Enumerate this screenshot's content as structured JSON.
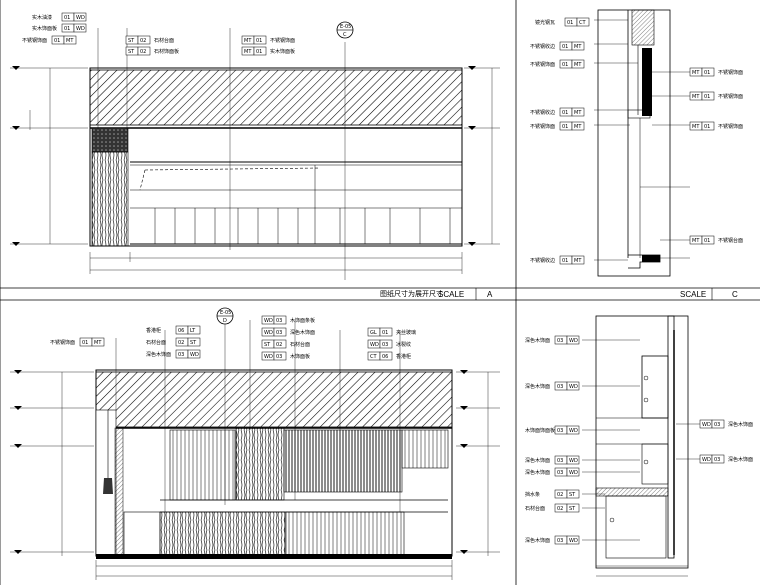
{
  "scale_label": "SCALE",
  "notes": {
    "title_a": "图纸尺寸为展开尺寸"
  },
  "panels": {
    "a": {
      "letter": "A",
      "marker_top": "E-05",
      "marker_bot": "C"
    },
    "c": {
      "letter": "C"
    },
    "d": {
      "marker_top": "E-05",
      "marker_bot": "D"
    }
  },
  "tags_a": [
    {
      "label": "实木油漆",
      "c1": "01",
      "c2": "WD"
    },
    {
      "label": "实木饰面板",
      "c1": "01",
      "c2": "WD"
    },
    {
      "label": "不锈钢饰面",
      "c1": "01",
      "c2": "MT"
    },
    {
      "label": "石材台面",
      "c1": "ST",
      "c2": "02"
    },
    {
      "label": "石材饰面板",
      "c1": "ST",
      "c2": "02"
    },
    {
      "label": "不锈钢饰面",
      "c1": "MT",
      "c2": "01"
    },
    {
      "label": "实木饰面板",
      "c1": "MT",
      "c2": "01"
    }
  ],
  "tags_c_left": [
    {
      "label": "镜光钢瓦",
      "c1": "01",
      "c2": "CT"
    },
    {
      "label": "不锈钢收边",
      "c1": "01",
      "c2": "MT"
    },
    {
      "label": "不锈钢饰面",
      "c1": "01",
      "c2": "MT"
    },
    {
      "label": "不锈钢收边",
      "c1": "01",
      "c2": "MT"
    },
    {
      "label": "不锈钢饰面",
      "c1": "01",
      "c2": "MT"
    },
    {
      "label": "不锈钢收边",
      "c1": "01",
      "c2": "MT"
    }
  ],
  "tags_c_right": [
    {
      "label": "不锈钢饰面",
      "c1": "MT",
      "c2": "01"
    },
    {
      "label": "不锈钢饰面",
      "c1": "MT",
      "c2": "01"
    },
    {
      "label": "不锈钢饰面",
      "c1": "MT",
      "c2": "01"
    },
    {
      "label": "不锈钢台面",
      "c1": "MT",
      "c2": "01"
    }
  ],
  "tags_d_left": [
    {
      "label": "不锈钢饰面",
      "c1": "01",
      "c2": "MT"
    },
    {
      "label": "香港柜",
      "c1": "06",
      "c2": "LT"
    },
    {
      "label": "石材台面",
      "c1": "02",
      "c2": "ST"
    },
    {
      "label": "深色木饰面",
      "c1": "03",
      "c2": "WD"
    }
  ],
  "tags_d_right": [
    {
      "label": "木饰面条板",
      "c1": "WD",
      "c2": "03"
    },
    {
      "label": "深色木饰面",
      "c1": "WD",
      "c2": "03"
    },
    {
      "label": "石材台面",
      "c1": "ST",
      "c2": "02"
    },
    {
      "label": "木饰面板",
      "c1": "WD",
      "c2": "03"
    },
    {
      "label": "夹丝玻璃",
      "c1": "GL",
      "c2": "01"
    },
    {
      "label": "冰裂纹",
      "c1": "WD",
      "c2": "03"
    },
    {
      "label": "香港柜",
      "c1": "CT",
      "c2": "06"
    }
  ],
  "tags_e_left": [
    {
      "label": "深色木饰面",
      "c1": "03",
      "c2": "WD"
    },
    {
      "label": "深色木饰面",
      "c1": "03",
      "c2": "WD"
    },
    {
      "label": "木饰面饰面板",
      "c1": "03",
      "c2": "WD"
    },
    {
      "label": "深色木饰面",
      "c1": "03",
      "c2": "WD"
    },
    {
      "label": "深色木饰面",
      "c1": "03",
      "c2": "WD"
    },
    {
      "label": "挡水条",
      "c1": "02",
      "c2": "ST"
    },
    {
      "label": "石材台面",
      "c1": "02",
      "c2": "ST"
    },
    {
      "label": "深色木饰面",
      "c1": "03",
      "c2": "WD"
    }
  ],
  "tags_e_right": [
    {
      "label": "深色木饰面",
      "c1": "WD",
      "c2": "03"
    },
    {
      "label": "深色木饰面",
      "c1": "WD",
      "c2": "03"
    }
  ]
}
